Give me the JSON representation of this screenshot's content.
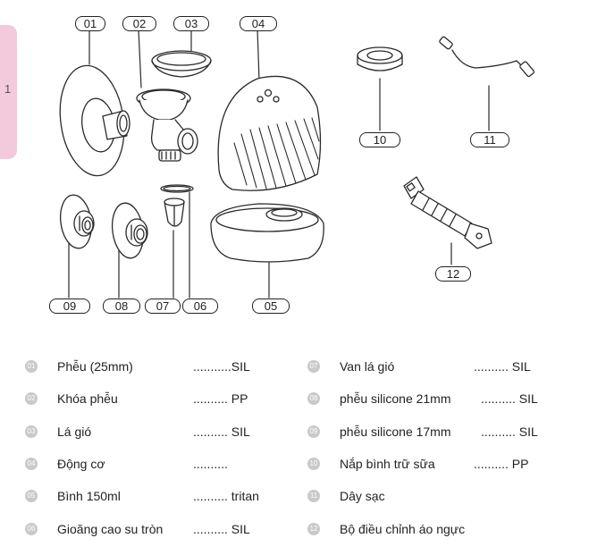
{
  "page": {
    "side_tab_number": "1"
  },
  "callouts": {
    "c01": "01",
    "c02": "02",
    "c03": "03",
    "c04": "04",
    "c05": "05",
    "c06": "06",
    "c07": "07",
    "c08": "08",
    "c09": "09",
    "c10": "10",
    "c11": "11",
    "c12": "12"
  },
  "legend": {
    "left": [
      {
        "num": "01",
        "name": "Phễu (25mm)",
        "spec": "...........SIL"
      },
      {
        "num": "02",
        "name": "Khóa phễu",
        "spec": ".......... PP"
      },
      {
        "num": "03",
        "name": "Lá gió",
        "spec": ".......... SIL"
      },
      {
        "num": "04",
        "name": "Động cơ",
        "spec": ".........."
      },
      {
        "num": "05",
        "name": "Bình 150ml",
        "spec": ".......... tritan"
      },
      {
        "num": "06",
        "name": "Gioăng cao su tròn",
        "spec": ".......... SIL"
      }
    ],
    "right": [
      {
        "num": "07",
        "name": "Van lá gió",
        "spec": ".......... SIL"
      },
      {
        "num": "08",
        "name": "phễu silicone 21mm",
        "spec": ".......... SIL"
      },
      {
        "num": "09",
        "name": "phễu silicone 17mm",
        "spec": ".......... SIL"
      },
      {
        "num": "10",
        "name": "Nắp bình trữ sữa",
        "spec": ".......... PP"
      },
      {
        "num": "11",
        "name": "Dây sạc",
        "spec": ""
      },
      {
        "num": "12",
        "name": "Bộ điều chỉnh áo ngực",
        "spec": ""
      }
    ]
  }
}
